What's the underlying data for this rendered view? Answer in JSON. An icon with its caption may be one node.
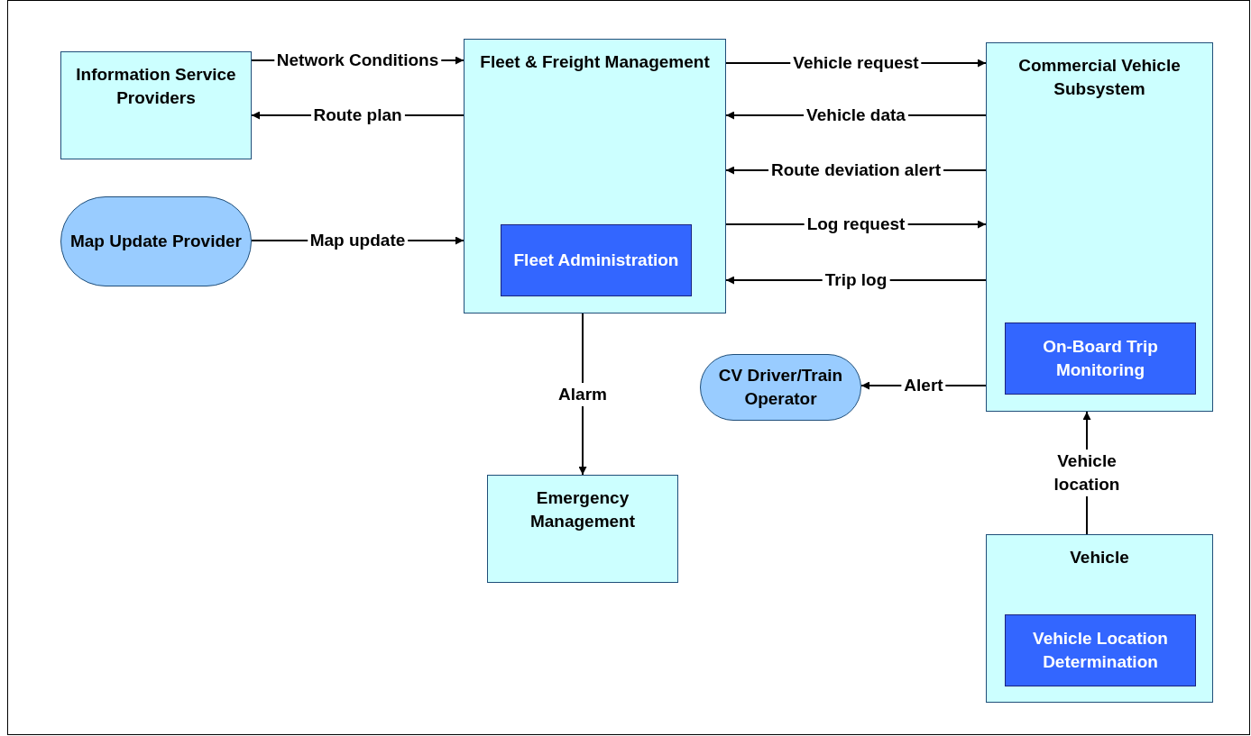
{
  "diagram": {
    "nodes": [
      {
        "text": [
          "Information Service Providers"
        ]
      },
      {
        "text": [
          "Fleet & Freight Management"
        ]
      },
      {
        "text": [
          "Fleet Administration"
        ],
        "in": 1
      },
      {
        "text": [
          "Map Update Provider"
        ]
      },
      {
        "text": [
          "Commercial Vehicle Subsystem"
        ]
      },
      {
        "text": [
          "On-Board Trip Monitoring"
        ],
        "in": 4
      },
      {
        "text": [
          "CV Driver/Train Operator"
        ]
      },
      {
        "text": [
          "Emergency Management"
        ]
      },
      {
        "text": [
          "Vehicle"
        ]
      },
      {
        "text": [
          "Vehicle Location Determination"
        ],
        "in": 8
      }
    ],
    "edges": [
      {
        "from": 0,
        "to": 1,
        "arrow": "to",
        "label": "Network Conditions"
      },
      {
        "from": 1,
        "to": 0,
        "arrow": "to",
        "label": "Route plan"
      },
      {
        "from": 3,
        "to": 1,
        "arrow": "to",
        "label": "Map update"
      },
      {
        "from": 1,
        "to": 4,
        "arrow": "to",
        "label": "Vehicle request"
      },
      {
        "from": 4,
        "to": 1,
        "arrow": "to",
        "label": "Vehicle data"
      },
      {
        "from": 4,
        "to": 1,
        "arrow": "to",
        "label": "Route deviation alert"
      },
      {
        "from": 1,
        "to": 4,
        "arrow": "to",
        "label": "Log request"
      },
      {
        "from": 4,
        "to": 1,
        "arrow": "to",
        "label": "Trip log"
      },
      {
        "from": 4,
        "to": 6,
        "arrow": "to",
        "label": "Alert"
      },
      {
        "from": 1,
        "to": 7,
        "arrow": "to",
        "label": "Alarm"
      },
      {
        "from": 8,
        "to": 4,
        "arrow": "to",
        "label": "Vehicle location"
      }
    ]
  }
}
